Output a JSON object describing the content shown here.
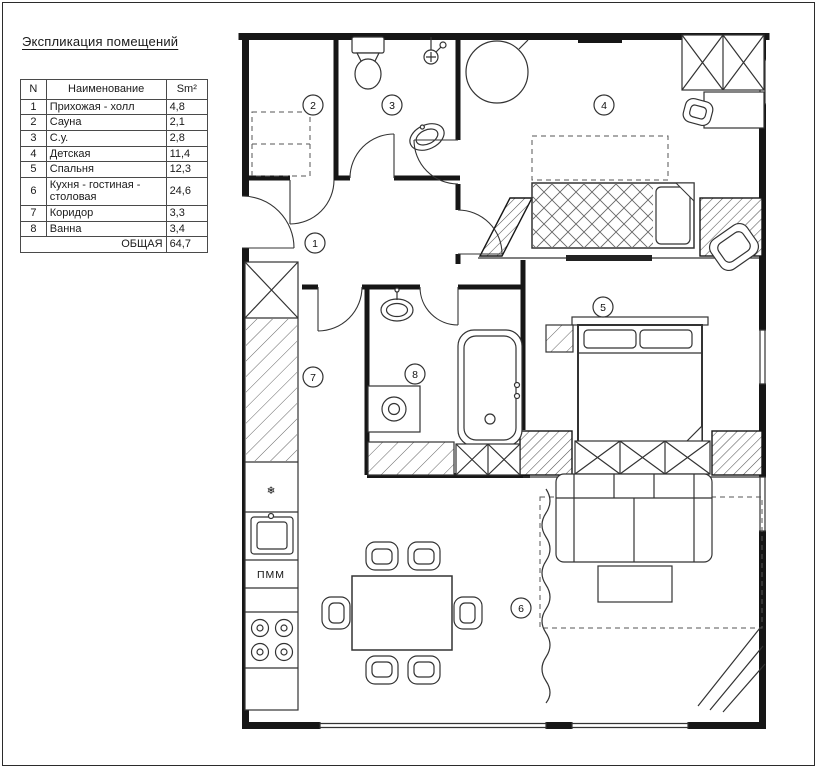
{
  "title": "Экспликация помещений",
  "table": {
    "headers": {
      "n": "N",
      "name": "Наименование",
      "area": "Sm²"
    },
    "rows": [
      {
        "n": "1",
        "name": "Прихожая - холл",
        "area": "4,8"
      },
      {
        "n": "2",
        "name": "Сауна",
        "area": "2,1"
      },
      {
        "n": "3",
        "name": "С.у.",
        "area": "2,8"
      },
      {
        "n": "4",
        "name": "Детская",
        "area": "11,4"
      },
      {
        "n": "5",
        "name": "Спальня",
        "area": "12,3"
      },
      {
        "n": "6",
        "name": "Кухня - гостиная - столовая",
        "area": "24,6"
      },
      {
        "n": "7",
        "name": "Коридор",
        "area": "3,3"
      },
      {
        "n": "8",
        "name": "Ванна",
        "area": "3,4"
      }
    ],
    "total_label": "ОБЩАЯ",
    "total_area": "64,7"
  },
  "plan": {
    "room_numbers": [
      "1",
      "2",
      "3",
      "4",
      "5",
      "6",
      "7",
      "8"
    ],
    "labels": {
      "dishwasher": "ПММ"
    },
    "icons": {
      "freezer_snowflake": "❄"
    }
  }
}
